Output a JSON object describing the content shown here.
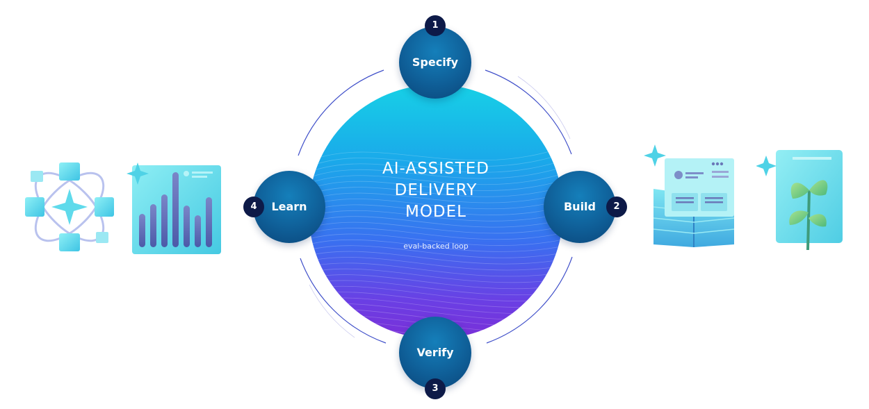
{
  "diagram": {
    "title": "AI-ASSISTED\nDELIVERY\nMODEL",
    "subtitle": "eval-backed loop",
    "stages": [
      {
        "number": "1",
        "label": "Specify"
      },
      {
        "number": "2",
        "label": "Build"
      },
      {
        "number": "3",
        "label": "Verify"
      },
      {
        "number": "4",
        "label": "Learn"
      }
    ]
  },
  "illustrations": {
    "left": [
      "cube-network-icon",
      "bar-chart-card-icon"
    ],
    "right": [
      "open-book-document-icon",
      "plant-sprout-card-icon"
    ]
  },
  "colors": {
    "node": "#0f5f98",
    "badge": "#0d1a48",
    "core_top": "#17d0e6",
    "core_bottom": "#7a2fd8",
    "arc": "#3f4fc9",
    "illustration_cyan": "#6fe0ec"
  }
}
